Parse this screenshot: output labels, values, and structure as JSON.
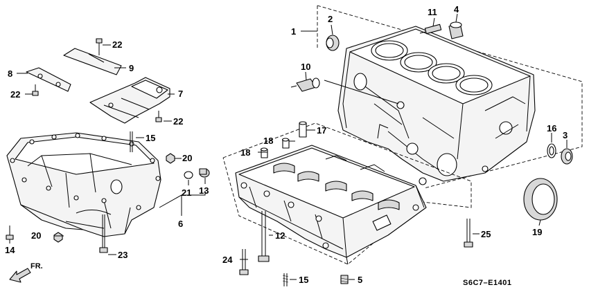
{
  "diagram_code": "S6C7–E1401",
  "direction_label": "FR.",
  "callouts": {
    "c1": "1",
    "c2": "2",
    "c3": "3",
    "c4": "4",
    "c5": "5",
    "c6": "6",
    "c7": "7",
    "c8": "8",
    "c9": "9",
    "c10": "10",
    "c11": "11",
    "c12": "12",
    "c13": "13",
    "c14": "14",
    "c15a": "15",
    "c15b": "15",
    "c16": "16",
    "c17": "17",
    "c18a": "18",
    "c18b": "18",
    "c19": "19",
    "c20a": "20",
    "c20b": "20",
    "c21": "21",
    "c22a": "22",
    "c22b": "22",
    "c22c": "22",
    "c23": "23",
    "c24": "24",
    "c25": "25"
  }
}
